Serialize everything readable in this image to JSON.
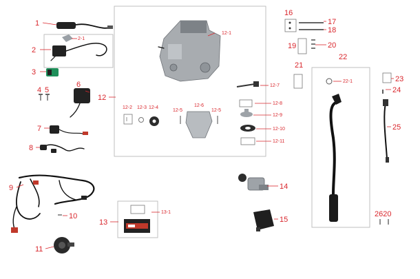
{
  "diagram": {
    "callouts": [
      {
        "id": "c1",
        "text": "1"
      },
      {
        "id": "c2",
        "text": "2"
      },
      {
        "id": "c2_1",
        "text": "2-1"
      },
      {
        "id": "c3",
        "text": "3"
      },
      {
        "id": "c4",
        "text": "4"
      },
      {
        "id": "c5",
        "text": "5"
      },
      {
        "id": "c6",
        "text": "6"
      },
      {
        "id": "c7",
        "text": "7"
      },
      {
        "id": "c8",
        "text": "8"
      },
      {
        "id": "c9",
        "text": "9"
      },
      {
        "id": "c10",
        "text": "10"
      },
      {
        "id": "c11",
        "text": "11"
      },
      {
        "id": "c12",
        "text": "12"
      },
      {
        "id": "c12_1",
        "text": "12-1"
      },
      {
        "id": "c12_2",
        "text": "12-2"
      },
      {
        "id": "c12_3",
        "text": "12-3"
      },
      {
        "id": "c12_4",
        "text": "12-4"
      },
      {
        "id": "c12_5a",
        "text": "12-5"
      },
      {
        "id": "c12_6",
        "text": "12-6"
      },
      {
        "id": "c12_5b",
        "text": "12-5"
      },
      {
        "id": "c12_7",
        "text": "12-7"
      },
      {
        "id": "c12_8",
        "text": "12-8"
      },
      {
        "id": "c12_9",
        "text": "12-9"
      },
      {
        "id": "c12_10",
        "text": "12-10"
      },
      {
        "id": "c12_11",
        "text": "12-11"
      },
      {
        "id": "c13",
        "text": "13"
      },
      {
        "id": "c13_1",
        "text": "13-1"
      },
      {
        "id": "c14",
        "text": "14"
      },
      {
        "id": "c15",
        "text": "15"
      },
      {
        "id": "c16",
        "text": "16"
      },
      {
        "id": "c17",
        "text": "17"
      },
      {
        "id": "c18",
        "text": "18"
      },
      {
        "id": "c19",
        "text": "19"
      },
      {
        "id": "c20",
        "text": "20"
      },
      {
        "id": "c21",
        "text": "21"
      },
      {
        "id": "c22",
        "text": "22"
      },
      {
        "id": "c22_1",
        "text": "22-1"
      },
      {
        "id": "c23",
        "text": "23"
      },
      {
        "id": "c24",
        "text": "24"
      },
      {
        "id": "c25",
        "text": "25"
      },
      {
        "id": "c26_20",
        "text": "2620"
      }
    ],
    "colors": {
      "label": "#d9262c",
      "frame": "#b9b9b9",
      "part_dark": "#222222",
      "part_metal": "#a8acb0",
      "part_red": "#c0392b"
    }
  }
}
